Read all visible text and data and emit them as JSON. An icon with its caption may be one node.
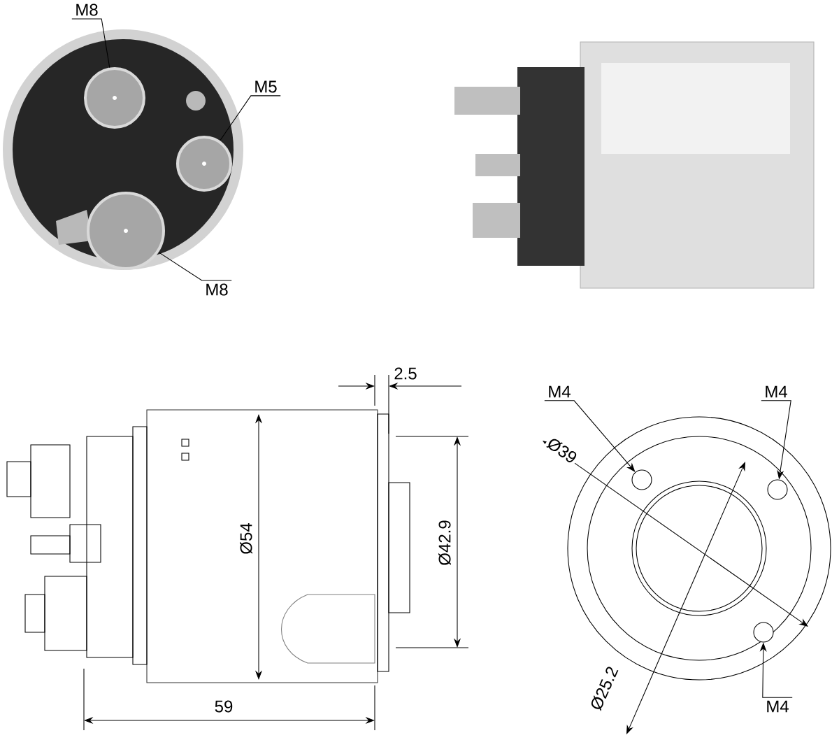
{
  "diagram": {
    "nodes": [
      {
        "text": [
          "M8"
        ]
      },
      {
        "text": [
          "M5"
        ]
      },
      {
        "text": [
          "M8"
        ]
      },
      {
        "text": [
          "M4"
        ]
      },
      {
        "text": [
          "M4"
        ]
      },
      {
        "text": [
          "M4"
        ]
      },
      {
        "text": [],
        "shape": "circle"
      },
      {
        "text": [],
        "shape": "circle"
      },
      {
        "text": [],
        "shape": "circle"
      },
      {
        "text": [],
        "shape": "circle"
      },
      {
        "text": [],
        "shape": "circle"
      },
      {
        "text": [],
        "shape": "circle"
      }
    ],
    "edges": [
      {
        "from": 0,
        "to": 6,
        "arrow": "none"
      },
      {
        "from": 1,
        "to": 7,
        "arrow": "none"
      },
      {
        "from": 2,
        "to": 8,
        "arrow": "none"
      },
      {
        "from": 3,
        "to": 9,
        "arrow": "to"
      },
      {
        "from": 4,
        "to": 10,
        "arrow": "to"
      },
      {
        "from": 5,
        "to": 11,
        "arrow": "to"
      }
    ],
    "labels": [
      "2.5",
      "Ø54",
      "Ø42.9",
      "59",
      "Ø39",
      "Ø25.2"
    ]
  }
}
